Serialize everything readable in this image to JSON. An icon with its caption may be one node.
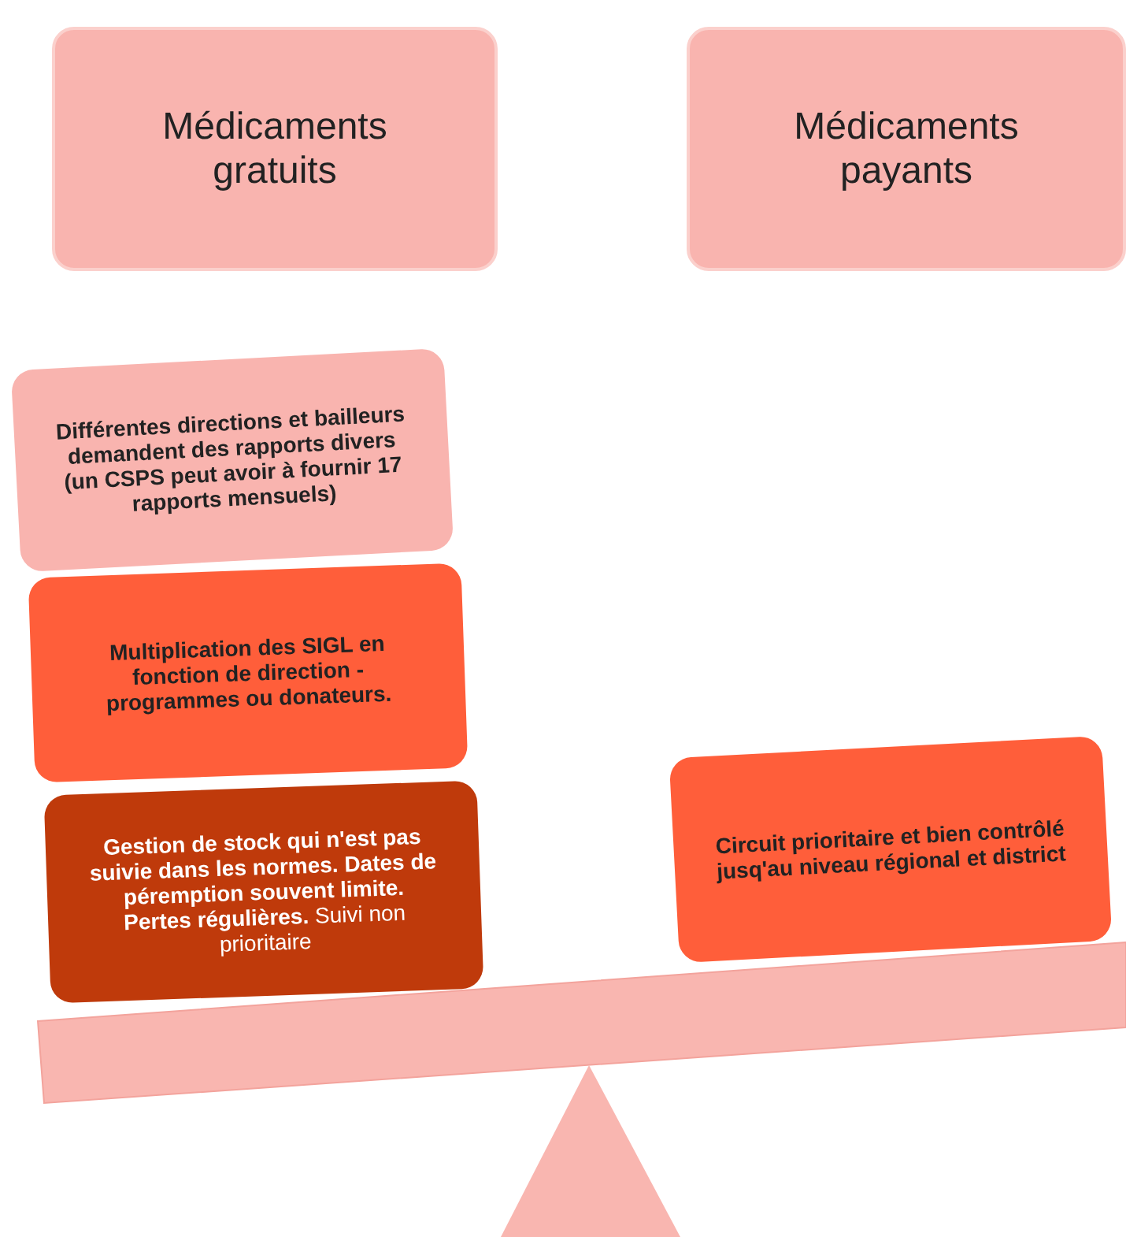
{
  "diagram": {
    "nodes": [
      {
        "text": [
          "Médicaments gratuits"
        ]
      },
      {
        "text": [
          "Médicaments payants"
        ]
      },
      {
        "text": [
          "Différentes directions et bailleurs demandent des rapports  divers (un CSPS peut avoir à fournir 17 rapports mensuels)"
        ]
      },
      {
        "text": [
          "Multiplication des SIGL en fonction de direction - programmes ou donateurs."
        ]
      },
      {
        "text": [
          "**Gestion de stock qui n'est pas suivie dans les normes. Dates de péremption souvent limite. Pertes régulières.** Suivi non prioritaire"
        ]
      },
      {
        "text": [
          "Circuit prioritaire et bien contrôlé jusq'au niveau régional et district"
        ]
      }
    ]
  }
}
